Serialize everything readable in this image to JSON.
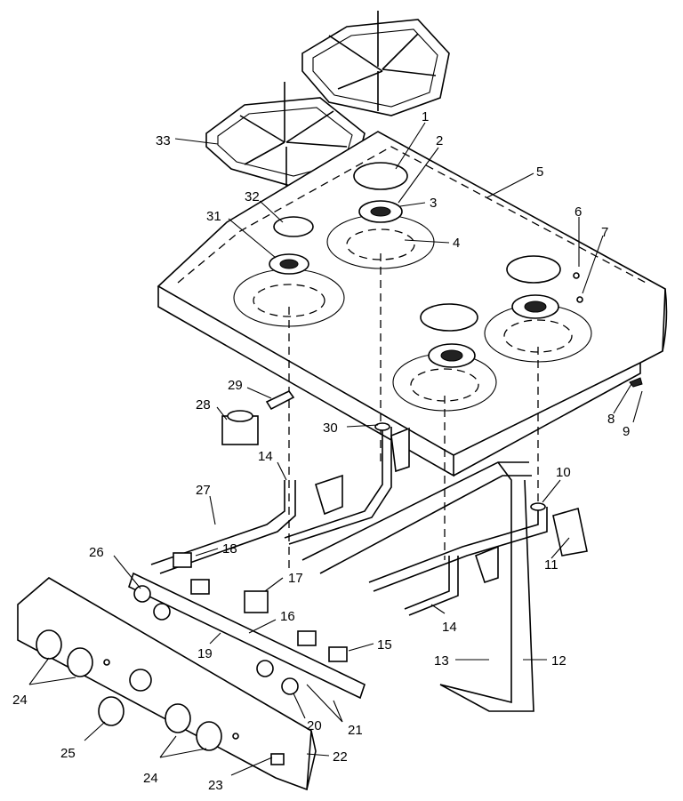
{
  "diagram": {
    "callouts": [
      {
        "id": "c1",
        "text": "1"
      },
      {
        "id": "c2",
        "text": "2"
      },
      {
        "id": "c3",
        "text": "3"
      },
      {
        "id": "c4",
        "text": "4"
      },
      {
        "id": "c5",
        "text": "5"
      },
      {
        "id": "c6",
        "text": "6"
      },
      {
        "id": "c7",
        "text": "7"
      },
      {
        "id": "c8",
        "text": "8"
      },
      {
        "id": "c9",
        "text": "9"
      },
      {
        "id": "c10",
        "text": "10"
      },
      {
        "id": "c11",
        "text": "11"
      },
      {
        "id": "c12",
        "text": "12"
      },
      {
        "id": "c13",
        "text": "13"
      },
      {
        "id": "c14a",
        "text": "14"
      },
      {
        "id": "c14b",
        "text": "14"
      },
      {
        "id": "c15",
        "text": "15"
      },
      {
        "id": "c16",
        "text": "16"
      },
      {
        "id": "c17",
        "text": "17"
      },
      {
        "id": "c18",
        "text": "18"
      },
      {
        "id": "c19",
        "text": "19"
      },
      {
        "id": "c20",
        "text": "20"
      },
      {
        "id": "c21",
        "text": "21"
      },
      {
        "id": "c22",
        "text": "22"
      },
      {
        "id": "c23",
        "text": "23"
      },
      {
        "id": "c24a",
        "text": "24"
      },
      {
        "id": "c24b",
        "text": "24"
      },
      {
        "id": "c25",
        "text": "25"
      },
      {
        "id": "c26",
        "text": "26"
      },
      {
        "id": "c27",
        "text": "27"
      },
      {
        "id": "c28",
        "text": "28"
      },
      {
        "id": "c29",
        "text": "29"
      },
      {
        "id": "c30",
        "text": "30"
      },
      {
        "id": "c31",
        "text": "31"
      },
      {
        "id": "c32",
        "text": "32"
      },
      {
        "id": "c33",
        "text": "33"
      }
    ]
  }
}
